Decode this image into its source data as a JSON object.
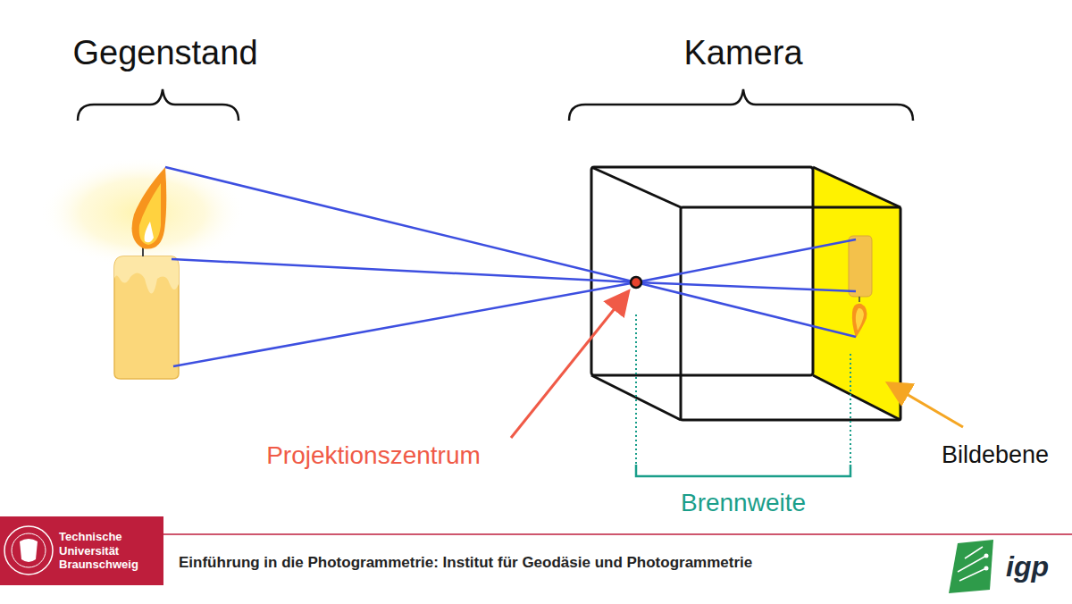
{
  "diagram": {
    "caption": "Einführung in die Photogrammetrie: Institut für Geodäsie und Photogrammetrie",
    "nodes": [
      {
        "text": [
          "Technische Universität Braunschweig"
        ]
      }
    ],
    "labels": [
      "Gegenstand",
      "Kamera",
      "Projektionszentrum",
      "Brennweite",
      "Bildebene",
      "igp"
    ]
  }
}
